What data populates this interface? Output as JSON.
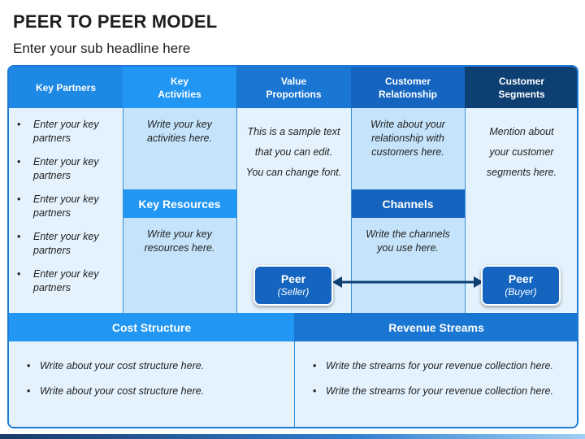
{
  "title": "PEER TO PEER MODEL",
  "subtitle": "Enter your sub headline here",
  "columns": {
    "key_partners": {
      "header": "Key Partners",
      "items": [
        "Enter your key partners",
        "Enter your key partners",
        "Enter your key partners",
        "Enter your key partners",
        "Enter your key partners"
      ]
    },
    "key_activities": {
      "header_line1": "Key",
      "header_line2": "Activities",
      "text": "Write your key activities here."
    },
    "key_resources": {
      "header": "Key Resources",
      "text": "Write your key resources here."
    },
    "value_proportions": {
      "header_line1": "Value",
      "header_line2": "Proportions",
      "lines": [
        "This is a sample text",
        "that you can edit.",
        "You can change font."
      ]
    },
    "customer_relationship": {
      "header_line1": "Customer",
      "header_line2": "Relationship",
      "text": "Write about your relationship with customers here."
    },
    "channels": {
      "header": "Channels",
      "text": "Write the channels you use here."
    },
    "customer_segments": {
      "header_line1": "Customer",
      "header_line2": "Segments",
      "lines": [
        "Mention about",
        "your customer",
        "segments here."
      ]
    }
  },
  "peers": {
    "seller": {
      "name": "Peer",
      "role": "(Seller)"
    },
    "buyer": {
      "name": "Peer",
      "role": "(Buyer)"
    }
  },
  "cost_structure": {
    "header": "Cost Structure",
    "items": [
      "Write about your cost structure here.",
      "Write about your cost structure here."
    ]
  },
  "revenue_streams": {
    "header": "Revenue Streams",
    "items": [
      "Write the streams for your revenue collection here.",
      "Write the streams for your revenue collection here."
    ]
  },
  "colors": {
    "col1_header": "#1e88e5",
    "col2_header": "#2196f3",
    "col3_header": "#1976d2",
    "col4_header": "#1565c0",
    "col5_header": "#0d3f73",
    "peer_box": "#1565c0",
    "cell_light": "#e3f2fd",
    "cell_mid": "#c5e4fb"
  }
}
